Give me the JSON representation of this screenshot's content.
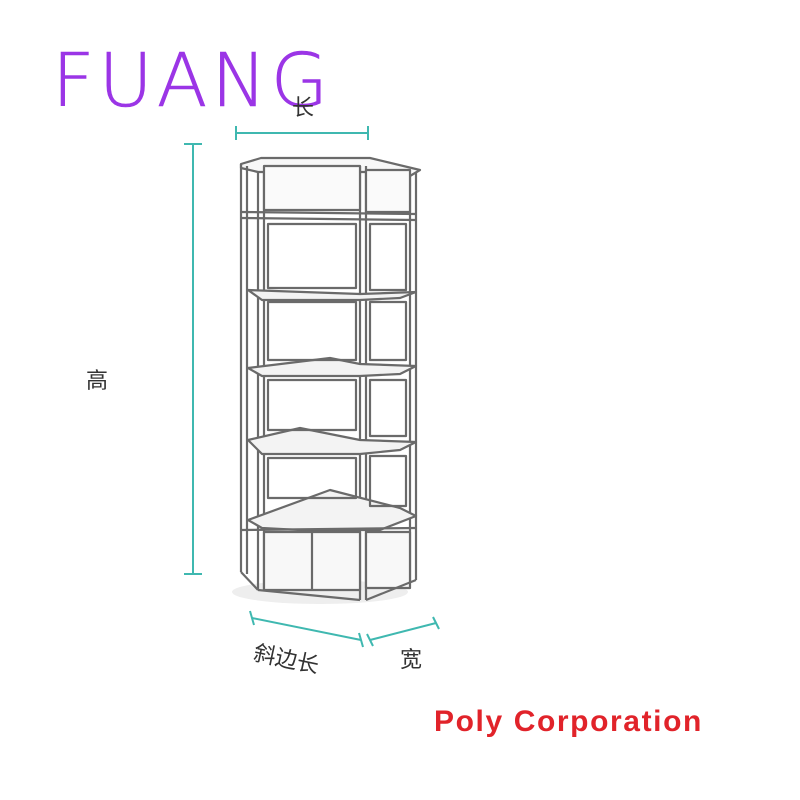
{
  "brand": {
    "text": "FUANG",
    "color": "#9b35e6"
  },
  "dimensions": {
    "length_label": "长",
    "height_label": "高",
    "diagonal_length_label": "斜边长",
    "width_label": "宽",
    "line_color": "#3fb8b0"
  },
  "footer": {
    "company": "Poly Corporation",
    "color": "#e1232a"
  }
}
